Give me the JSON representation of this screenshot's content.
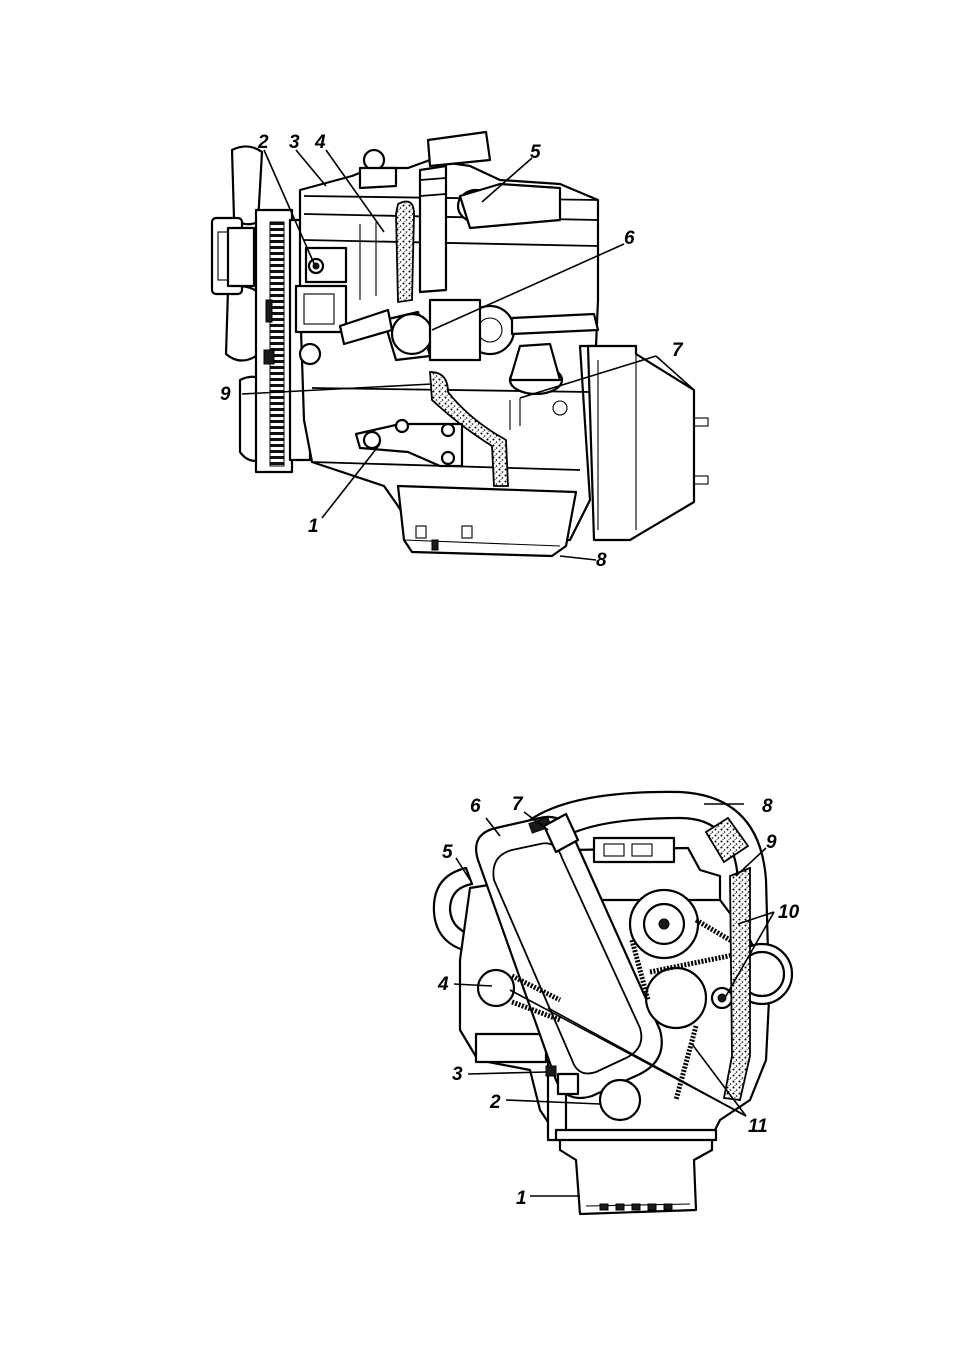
{
  "figure_top": {
    "callouts": [
      {
        "id": "top-1",
        "label": "1"
      },
      {
        "id": "top-2",
        "label": "2"
      },
      {
        "id": "top-3",
        "label": "3"
      },
      {
        "id": "top-4",
        "label": "4"
      },
      {
        "id": "top-5",
        "label": "5"
      },
      {
        "id": "top-6",
        "label": "6"
      },
      {
        "id": "top-7",
        "label": "7"
      },
      {
        "id": "top-8",
        "label": "8"
      },
      {
        "id": "top-9",
        "label": "9"
      }
    ]
  },
  "figure_bottom": {
    "callouts": [
      {
        "id": "bot-1",
        "label": "1"
      },
      {
        "id": "bot-2",
        "label": "2"
      },
      {
        "id": "bot-3",
        "label": "3"
      },
      {
        "id": "bot-4",
        "label": "4"
      },
      {
        "id": "bot-5",
        "label": "5"
      },
      {
        "id": "bot-6",
        "label": "6"
      },
      {
        "id": "bot-7",
        "label": "7"
      },
      {
        "id": "bot-8",
        "label": "8"
      },
      {
        "id": "bot-9",
        "label": "9"
      },
      {
        "id": "bot-10",
        "label": "10"
      },
      {
        "id": "bot-11",
        "label": "11"
      }
    ]
  }
}
